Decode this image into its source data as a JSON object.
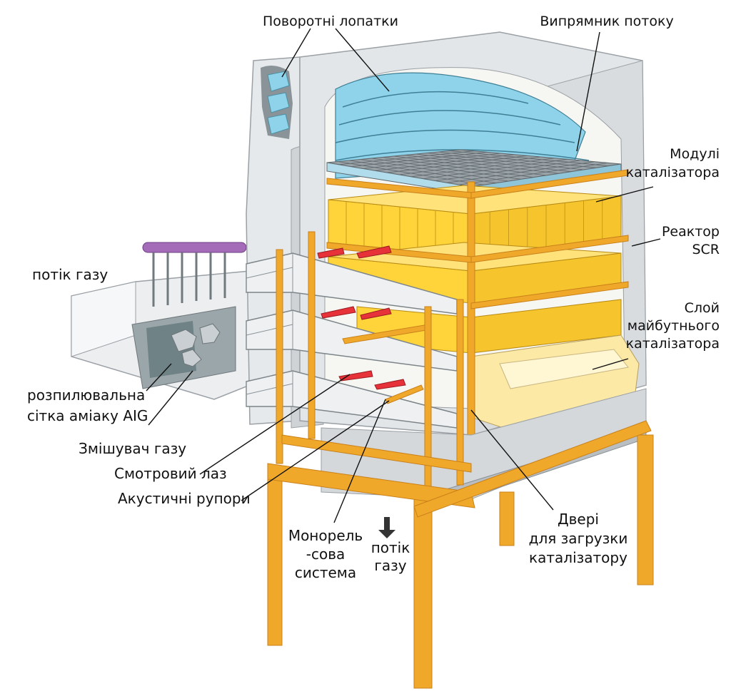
{
  "colors": {
    "steel": "#f0a82a",
    "steel_dark": "#c9801a",
    "housing": "#e3e6e8",
    "housing_dark": "#b9bec2",
    "catalyst": "#ffd43a",
    "catalyst_light": "#fbe9a5",
    "vanes": "#8fd3ea",
    "horn": "#e8323a",
    "pipe": "#a36bb8"
  },
  "labels": {
    "turning_vanes": "Поворотні лопатки",
    "flow_straightener": "Випрямник потоку",
    "catalyst_modules_1": "Модулі",
    "catalyst_modules_2": "каталізатора",
    "scr_reactor_1": "Реактор",
    "scr_reactor_2": "SCR",
    "future_layer_1": "Слой",
    "future_layer_2": "майбутнього",
    "future_layer_3": "каталізатора",
    "gas_flow_in": "потік газу",
    "aig_1": "розпилювальна",
    "aig_2": "сітка аміаку AIG",
    "gas_mixer": "Змішувач газу",
    "manhole": "Смотровий лаз",
    "acoustic_horns": "Акустичні рупори",
    "monorail_1": "Монорель",
    "monorail_2": "-сова",
    "monorail_3": "система",
    "gas_flow_out_1": "потік",
    "gas_flow_out_2": "газу",
    "doors_1": "Двері",
    "doors_2": "для загрузки",
    "doors_3": "каталізатору"
  }
}
